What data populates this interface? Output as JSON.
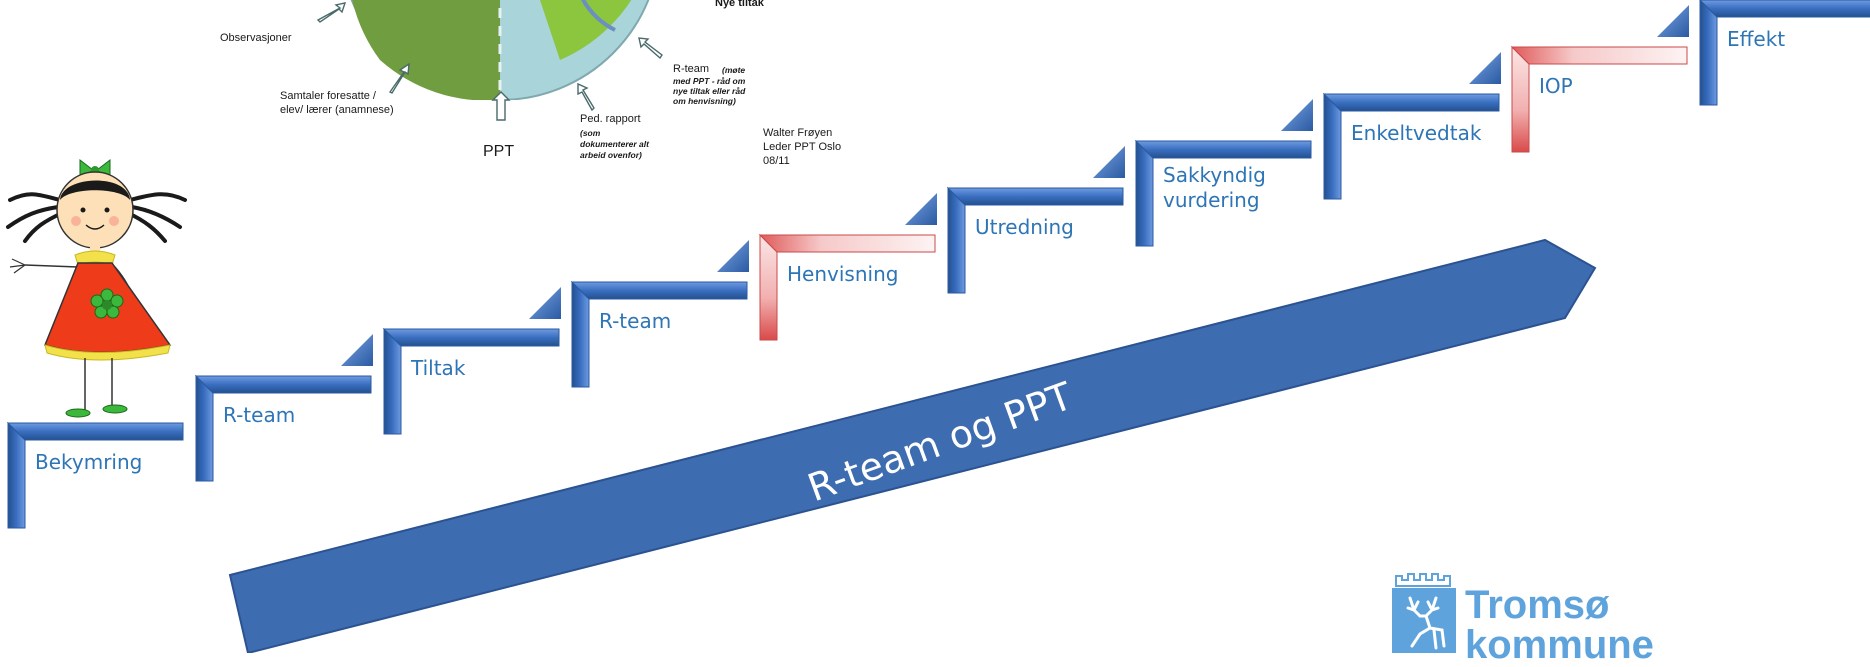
{
  "steps": [
    {
      "label": "Bekymring",
      "style": "blue"
    },
    {
      "label": "R-team",
      "style": "blue"
    },
    {
      "label": "Tiltak",
      "style": "blue"
    },
    {
      "label": "R-team",
      "style": "blue"
    },
    {
      "label": "Henvisning",
      "style": "red"
    },
    {
      "label": "Utredning",
      "style": "blue"
    },
    {
      "label": "Sakkyndig vurdering",
      "style": "blue"
    },
    {
      "label": "Enkeltvedtak",
      "style": "blue"
    },
    {
      "label": "IOP",
      "style": "red"
    },
    {
      "label": "Effekt",
      "style": "blue"
    }
  ],
  "arrow": {
    "title": "R-team og PPT"
  },
  "figure": {
    "nye_tiltak": "Nye tiltak",
    "observasjoner": "Observasjoner",
    "samtaler_1": "Samtaler foresatte /",
    "samtaler_2": "elev/ lærer (anamnese)",
    "ppt": "PPT",
    "ped_rapport": "Ped. rapport",
    "ped_rapport_note_1": "(som",
    "ped_rapport_note_2": "dokumenterer alt",
    "ped_rapport_note_3": "arbeid ovenfor)",
    "rteam": "R-team",
    "rteam_note_1": "(møte",
    "rteam_note_2": "med PPT - råd om",
    "rteam_note_3": "nye tiltak eller råd",
    "rteam_note_4": "om henvisning)",
    "author_1": "Walter Frøyen",
    "author_2": "Leder PPT Oslo",
    "author_3": "08/11"
  },
  "logo": {
    "line1": "Tromsø",
    "line2": "kommune",
    "icon": "reindeer-crest-icon"
  },
  "character": {
    "icon": "girl-cartoon-icon"
  },
  "colors": {
    "step_blue": "#3a6fc0",
    "step_red": "#e06060",
    "label_blue": "#2e75b6",
    "arrow_fill": "#3e6cb0",
    "logo_blue": "#5fa3dc"
  }
}
